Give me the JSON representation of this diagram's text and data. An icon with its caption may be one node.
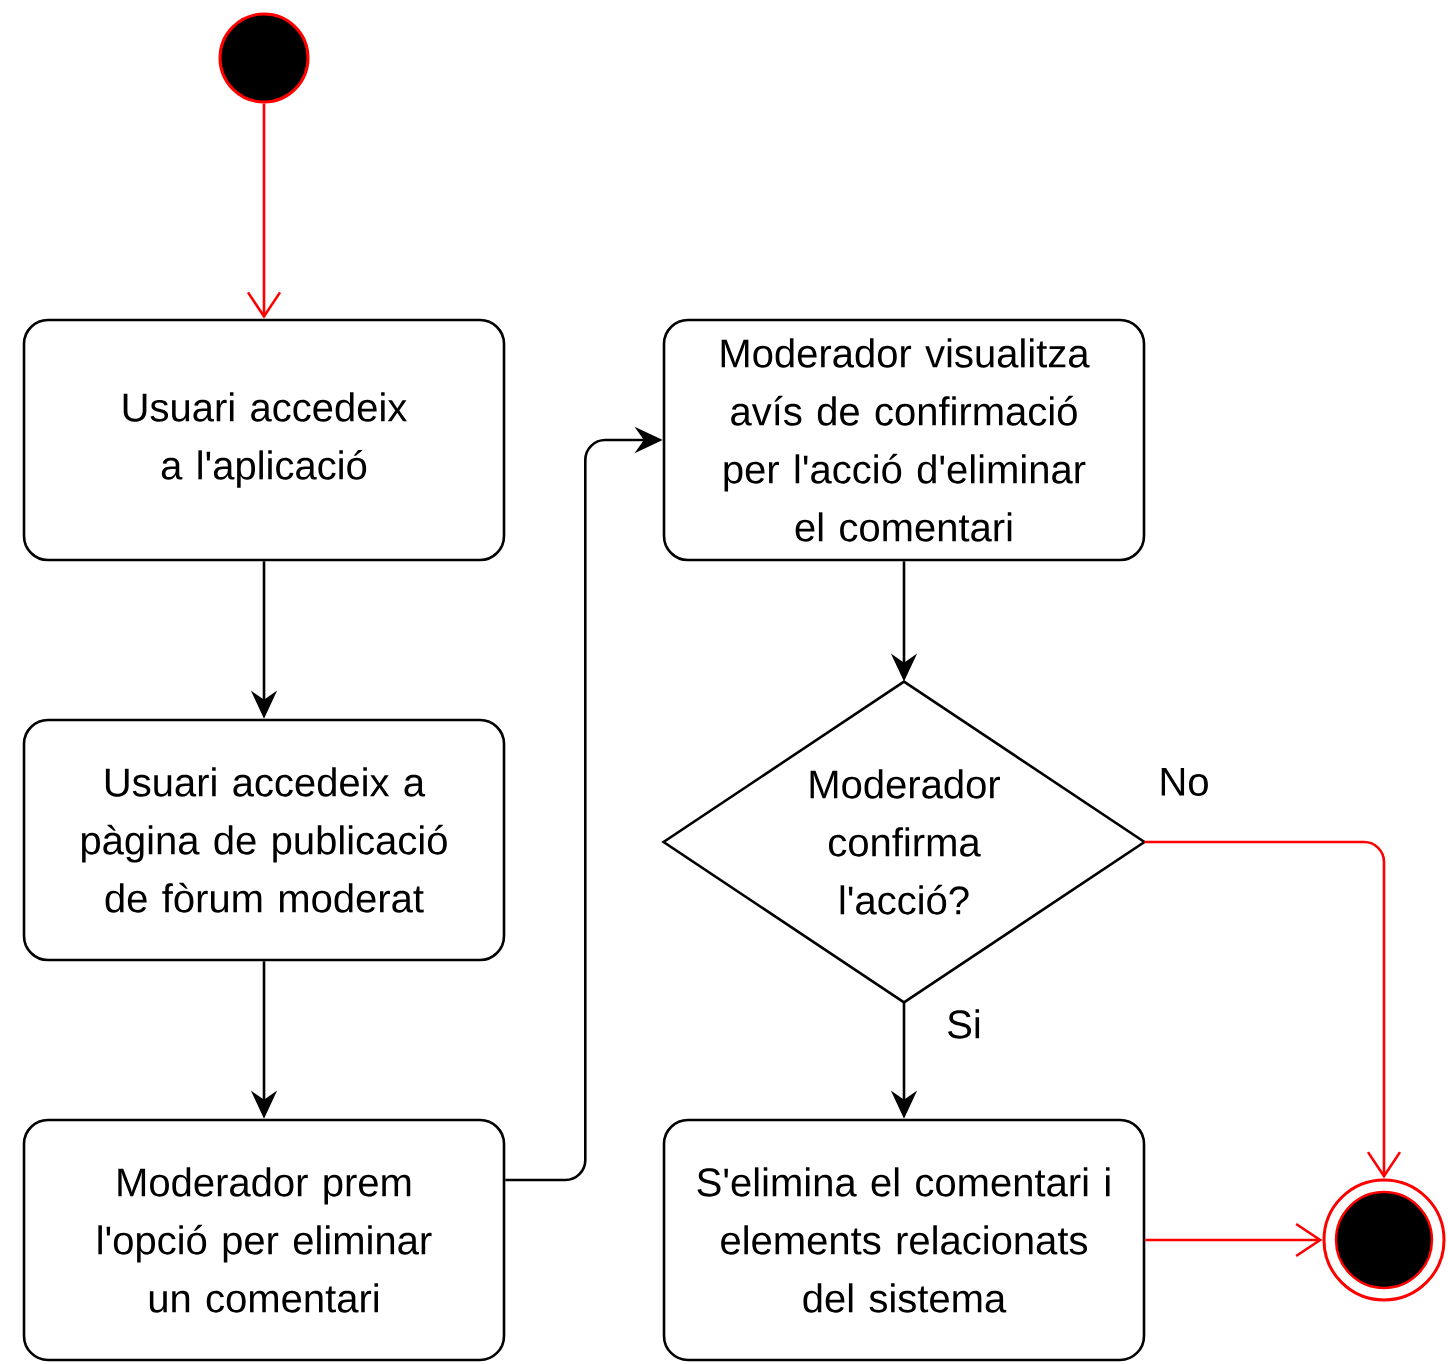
{
  "diagram": {
    "nodes": [
      {
        "text": [],
        "shape": "circle"
      },
      {
        "text": [
          "Usuari accedeix a l'aplicació"
        ]
      },
      {
        "text": [
          "Usuari accedeix a pàgina de publicació de fòrum moderat"
        ]
      },
      {
        "text": [
          "Moderador prem l'opció per eliminar un comentari"
        ]
      },
      {
        "text": [
          "Moderador visualitza avís de confirmació per l'acció d'eliminar el comentari"
        ]
      },
      {
        "text": [
          "Moderador confirma l'acció?"
        ]
      },
      {
        "text": [
          "S'elimina el comentari i elements relacionats del sistema"
        ]
      },
      {
        "text": [],
        "shape": "circle"
      }
    ],
    "edges": [
      {
        "from": 0,
        "to": 1,
        "arrow": "to",
        "color": "#ff0000"
      },
      {
        "from": 1,
        "to": 2,
        "arrow": "to"
      },
      {
        "from": 2,
        "to": 3,
        "arrow": "to"
      },
      {
        "from": 3,
        "to": 4,
        "arrow": "to"
      },
      {
        "from": 4,
        "to": 5,
        "arrow": "to"
      },
      {
        "from": 5,
        "to": 6,
        "arrow": "to",
        "label": "Si"
      },
      {
        "from": 5,
        "to": 7,
        "arrow": "to",
        "label": "No",
        "color": "#ff0000"
      },
      {
        "from": 6,
        "to": 7,
        "arrow": "to",
        "color": "#ff0000"
      }
    ]
  }
}
